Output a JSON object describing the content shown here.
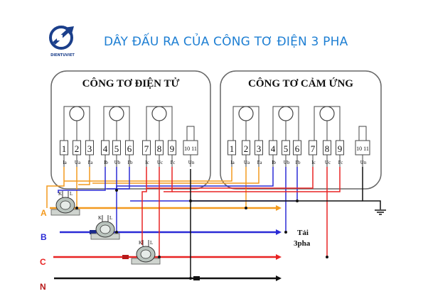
{
  "header": {
    "title": "DÂY ĐẤU RA CỦA CÔNG TƠ ĐIỆN 3 PHA",
    "logo_text": "DIENTUVIET"
  },
  "meter_electronic": {
    "title": "CÔNG TƠ ĐIỆN TỬ",
    "terminals": [
      "1",
      "2",
      "3",
      "4",
      "5",
      "6",
      "7",
      "8",
      "9",
      "10 11"
    ],
    "sublabels": [
      "Ia",
      "Ua",
      "I'a",
      "Ib",
      "Ub",
      "I'b",
      "Ic",
      "Uc",
      "I'c",
      "Un"
    ]
  },
  "meter_induction": {
    "title": "CÔNG TƠ CẢM ỨNG",
    "terminals": [
      "1",
      "2",
      "3",
      "4",
      "5",
      "6",
      "7",
      "8",
      "9",
      "10 11"
    ],
    "sublabels": [
      "Ia",
      "Ua",
      "I'a",
      "Ib",
      "Ub",
      "I'b",
      "Ic",
      "Uc",
      "I'c",
      "Un"
    ]
  },
  "phases": [
    {
      "label": "A",
      "color": "#f39a1f"
    },
    {
      "label": "B",
      "color": "#2b2bd6"
    },
    {
      "label": "C",
      "color": "#e82323"
    },
    {
      "label": "N",
      "color": "#111111"
    }
  ],
  "load_label": {
    "line1": "Tải",
    "line2": "3pha"
  },
  "ct_labels": {
    "k": "K",
    "l": "L"
  }
}
